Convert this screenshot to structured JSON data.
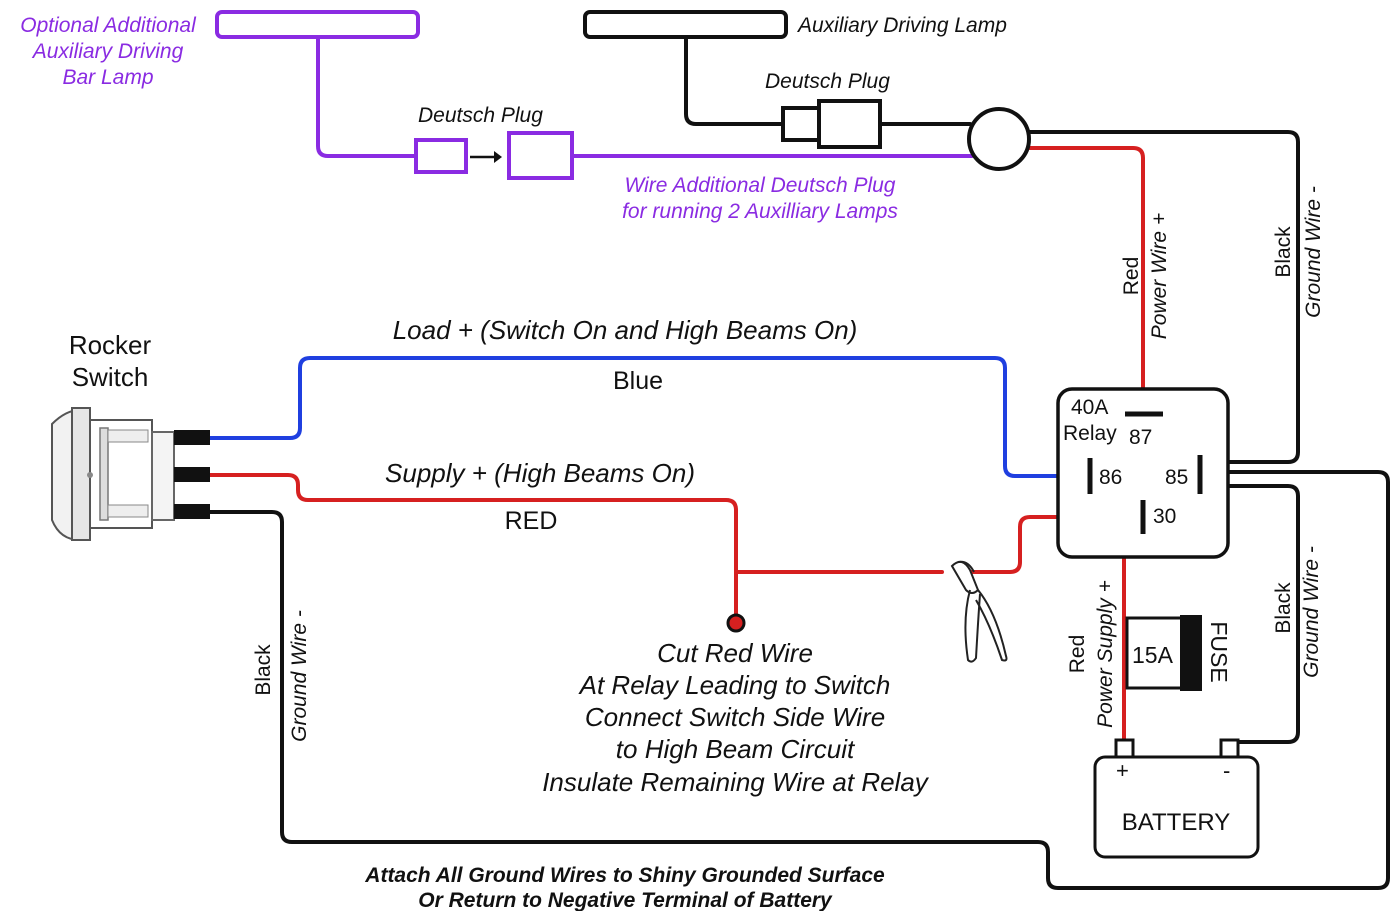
{
  "colors": {
    "black": "#111111",
    "purple": "#8a2be2",
    "blue": "#1f3fe0",
    "red": "#d62020",
    "background": "#ffffff"
  },
  "top": {
    "optional_lamp": [
      "Optional Additional",
      "Auxiliary Driving",
      "Bar Lamp"
    ],
    "aux_lamp": "Auxiliary Driving Lamp",
    "deutsch_plug_1": "Deutsch Plug",
    "deutsch_plug_2": "Deutsch Plug",
    "additional_plug_note": [
      "Wire Additional Deutsch Plug",
      "for running 2 Auxilliary Lamps"
    ]
  },
  "switch": {
    "title": [
      "Rocker",
      "Switch"
    ]
  },
  "wires": {
    "load_label": "Load + (Switch On and High Beams On)",
    "load_color": "Blue",
    "supply_label": "Supply + (High Beams On)",
    "supply_color": "RED",
    "lamp_power_color": "Red",
    "lamp_power_name": "Power Wire +",
    "lamp_ground_color": "Black",
    "lamp_ground_name": "Ground Wire -",
    "switch_ground_color": "Black",
    "switch_ground_name": "Ground Wire -",
    "battery_ground_color": "Black",
    "battery_ground_name": "Ground Wire -",
    "battery_supply_color": "Red",
    "battery_supply_name": "Power Supply +"
  },
  "relay": {
    "rating": "40A",
    "name": "Relay",
    "pin_87": "87",
    "pin_86": "86",
    "pin_85": "85",
    "pin_30": "30"
  },
  "fuse": {
    "rating": "15A",
    "label": "FUSE"
  },
  "battery": {
    "label": "BATTERY",
    "plus": "+",
    "minus": "-"
  },
  "instructions": [
    "Cut Red Wire",
    "At Relay Leading to Switch",
    "Connect Switch Side Wire",
    "to High Beam Circuit",
    "Insulate Remaining Wire at Relay"
  ],
  "footer": [
    "Attach All Ground Wires to Shiny Grounded Surface",
    "Or Return to Negative Terminal of Battery"
  ]
}
